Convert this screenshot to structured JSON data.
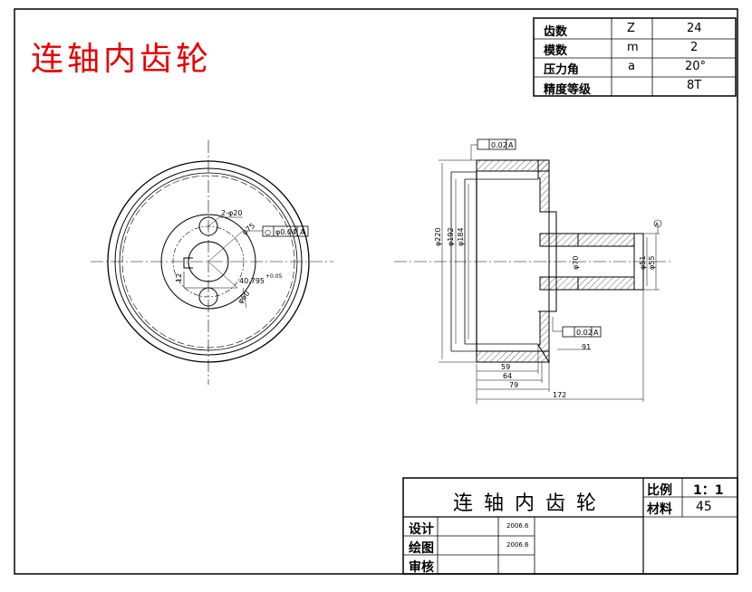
{
  "red_title": "连轴内齿轮",
  "param_table": {
    "rows": [
      {
        "name": "齿数",
        "symbol": "Z",
        "value": "24"
      },
      {
        "name": "模数",
        "symbol": "m",
        "value": "2"
      },
      {
        "name": "压力角",
        "symbol": "a",
        "value": "20°"
      },
      {
        "name": "精度等级",
        "symbol": "",
        "value": "8T"
      }
    ]
  },
  "front_view": {
    "holes_label": "2-φ20",
    "pcd_label": "φ75",
    "tol_symbol": "○",
    "tol_value": "φ0.04",
    "tol_datum": "A",
    "dim_95": "40.795",
    "dim_95_sup": "+0.05",
    "dim_12": "12",
    "dim_60": "φ60"
  },
  "side_view": {
    "runout_top": "0.02",
    "runout_top_datum": "A",
    "runout_bottom": "0.02",
    "runout_bottom_datum": "A",
    "dia_220": "φ220",
    "dia_192": "φ192",
    "dia_184": "φ184",
    "dia_70": "φ70",
    "dia_51": "φ51",
    "dia_55": "φ55",
    "datum_circle": "A",
    "shaft_note": "91",
    "len_59": "59",
    "len_64": "64",
    "len_79": "79",
    "len_172": "172"
  },
  "title_block": {
    "part_name": "连轴内齿轮",
    "scale_label": "比例",
    "scale_value": "1：1",
    "material_label": "材料",
    "material_value": "45",
    "design_label": "设计",
    "design_date": "2006.6",
    "draw_label": "绘图",
    "draw_date": "2006.6",
    "review_label": "审核"
  }
}
